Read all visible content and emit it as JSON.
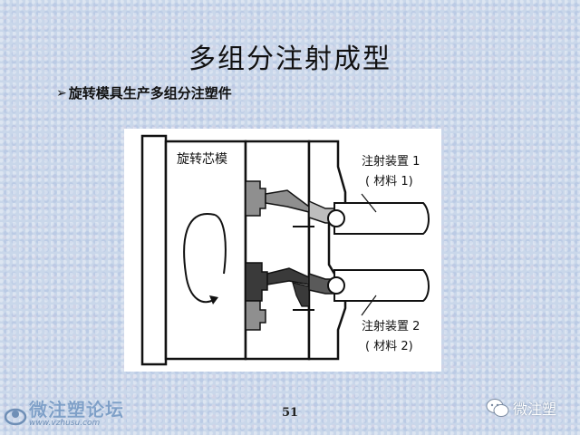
{
  "slide": {
    "title": "多组分注射成型",
    "bullet": "旋转模具生产多组分注塑件",
    "page_number": "51"
  },
  "figure": {
    "label_core": "旋转芯模",
    "label_injector1": "注射装置 1",
    "label_material1": "( 材料 1)",
    "label_injector2": "注射装置 2",
    "label_material2": "( 材料 2)"
  },
  "watermark": {
    "left_name": "微注塑论坛",
    "left_url": "www.vzhusu.com",
    "right_name": "微注塑"
  },
  "colors": {
    "background": "#c9d7ea",
    "light_part": "#8f8f8f",
    "dark_part": "#3a3a3a"
  }
}
